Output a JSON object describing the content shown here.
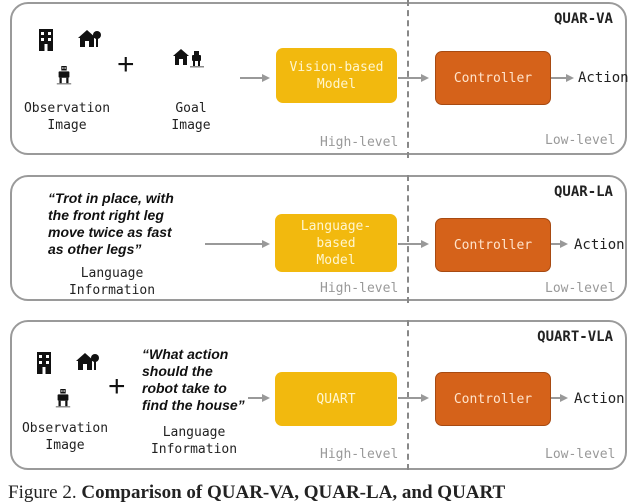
{
  "panels": {
    "va": {
      "title": "QUAR-VA",
      "obs_label": "Observation\nImage",
      "goal_label": "Goal\nImage",
      "plus": "+",
      "model": "Vision-based\nModel",
      "controller": "Controller",
      "action": "Action",
      "high_level": "High-level",
      "low_level": "Low-level"
    },
    "la": {
      "title": "QUAR-LA",
      "quote": "“Trot in place, with\nthe front right leg\nmove twice as fast\nas other legs”",
      "lang_label": "Language\nInformation",
      "model": "Language-\nbased\nModel",
      "controller": "Controller",
      "action": "Action",
      "high_level": "High-level",
      "low_level": "Low-level"
    },
    "vla": {
      "title": "QUART-VLA",
      "obs_label": "Observation\nImage",
      "plus": "+",
      "quote": "“What action\nshould the\nrobot take to\nfind the house”",
      "lang_label": "Language\nInformation",
      "model": "QUART",
      "controller": "Controller",
      "action": "Action",
      "high_level": "High-level",
      "low_level": "Low-level"
    }
  },
  "caption": {
    "prefix": "Figure 2. ",
    "bold": "Comparison of QUAR-VA, QUAR-LA, and QUART"
  },
  "colors": {
    "model": "#f2b90e",
    "controller": "#d5621a",
    "arrow": "#999999",
    "border": "#9a9a9a"
  },
  "icons": [
    "building-icon",
    "house-icon",
    "robot-icon"
  ]
}
